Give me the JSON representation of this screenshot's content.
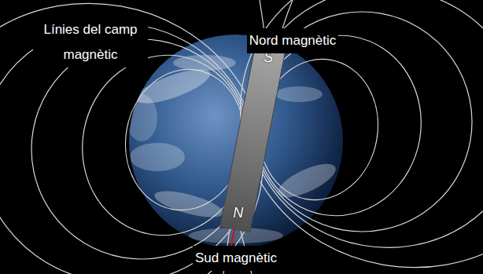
{
  "diagram": {
    "nodes": [
      {
        "text": [
          "S",
          "N"
        ]
      }
    ],
    "labels": [
      "Línies del camp magnètic",
      "Nord magnètic",
      "Sud magnètic"
    ]
  }
}
